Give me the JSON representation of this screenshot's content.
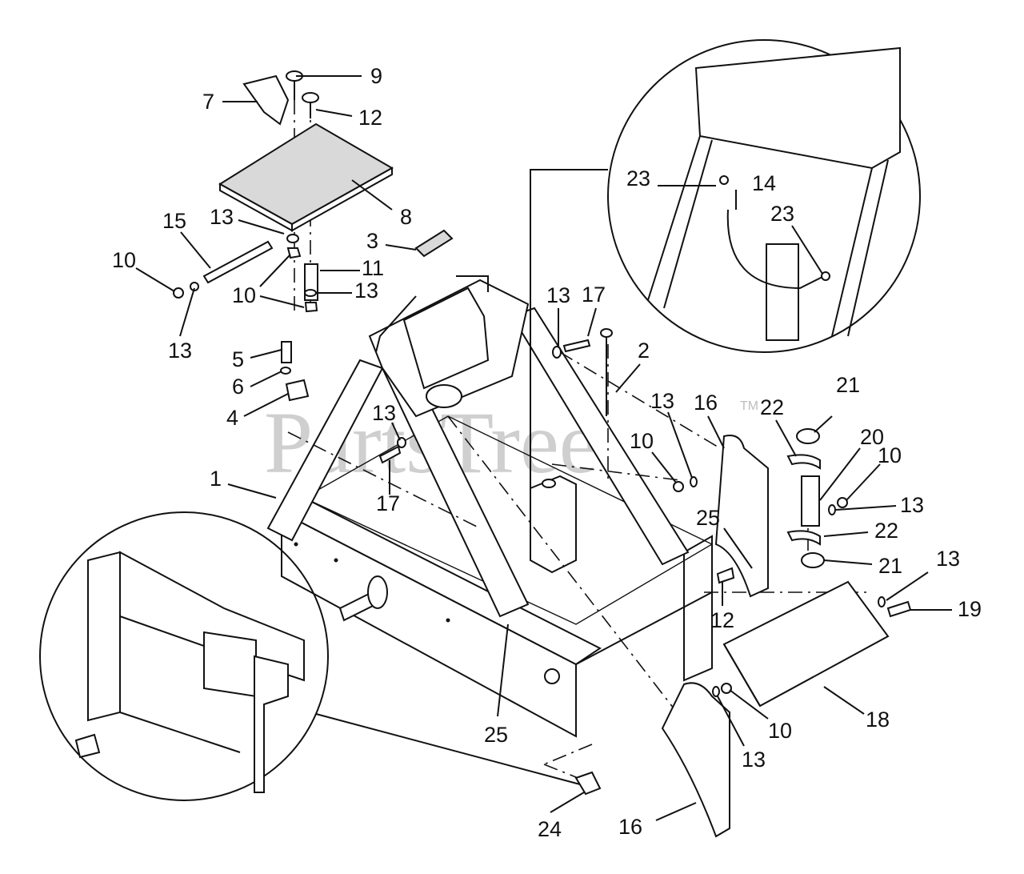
{
  "watermark": {
    "text": "PartsTree",
    "tm": "TM"
  },
  "callouts": [
    {
      "id": "c1",
      "label": "1"
    },
    {
      "id": "c2",
      "label": "2"
    },
    {
      "id": "c3",
      "label": "3"
    },
    {
      "id": "c4",
      "label": "4"
    },
    {
      "id": "c5",
      "label": "5"
    },
    {
      "id": "c6",
      "label": "6"
    },
    {
      "id": "c7",
      "label": "7"
    },
    {
      "id": "c8",
      "label": "8"
    },
    {
      "id": "c9",
      "label": "9"
    },
    {
      "id": "c10a",
      "label": "10"
    },
    {
      "id": "c10b",
      "label": "10"
    },
    {
      "id": "c10c",
      "label": "10"
    },
    {
      "id": "c10d",
      "label": "10"
    },
    {
      "id": "c10e",
      "label": "10"
    },
    {
      "id": "c11",
      "label": "11"
    },
    {
      "id": "c12a",
      "label": "12"
    },
    {
      "id": "c12b",
      "label": "12"
    },
    {
      "id": "c13a",
      "label": "13"
    },
    {
      "id": "c13b",
      "label": "13"
    },
    {
      "id": "c13c",
      "label": "13"
    },
    {
      "id": "c13d",
      "label": "13"
    },
    {
      "id": "c13e",
      "label": "13"
    },
    {
      "id": "c13f",
      "label": "13"
    },
    {
      "id": "c13g",
      "label": "13"
    },
    {
      "id": "c13h",
      "label": "13"
    },
    {
      "id": "c13i",
      "label": "13"
    },
    {
      "id": "c14",
      "label": "14"
    },
    {
      "id": "c15",
      "label": "15"
    },
    {
      "id": "c16a",
      "label": "16"
    },
    {
      "id": "c16b",
      "label": "16"
    },
    {
      "id": "c17a",
      "label": "17"
    },
    {
      "id": "c17b",
      "label": "17"
    },
    {
      "id": "c18",
      "label": "18"
    },
    {
      "id": "c19",
      "label": "19"
    },
    {
      "id": "c20",
      "label": "20"
    },
    {
      "id": "c21a",
      "label": "21"
    },
    {
      "id": "c21b",
      "label": "21"
    },
    {
      "id": "c22a",
      "label": "22"
    },
    {
      "id": "c22b",
      "label": "22"
    },
    {
      "id": "c23a",
      "label": "23"
    },
    {
      "id": "c23b",
      "label": "23"
    },
    {
      "id": "c24",
      "label": "24"
    },
    {
      "id": "c25a",
      "label": "25"
    },
    {
      "id": "c25b",
      "label": "25"
    }
  ]
}
